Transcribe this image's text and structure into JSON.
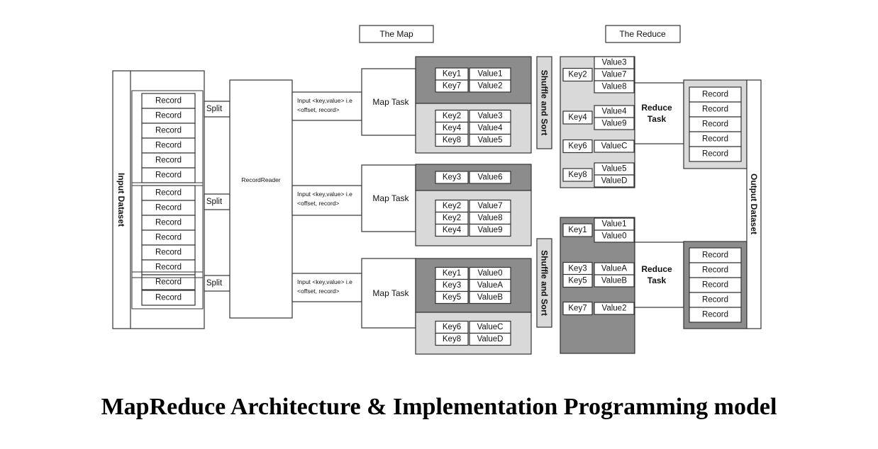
{
  "header": {
    "map_title": "The Map",
    "reduce_title": "The Reduce"
  },
  "input": {
    "label": "Input Dataset",
    "records": [
      "Record",
      "Record",
      "Record",
      "Record",
      "Record",
      "Record",
      "Record",
      "Record",
      "Record",
      "Record",
      "Record",
      "Record",
      "Record",
      "Record"
    ],
    "split_label": "Split",
    "record_reader": "RecordReader"
  },
  "map_tasks": [
    {
      "input_text": [
        "Input <key,value> i.e",
        "<offset, record>"
      ],
      "label": "Map Task",
      "groups": [
        [
          [
            "Key1",
            "Value1"
          ],
          [
            "Key7",
            "Value2"
          ]
        ],
        [
          [
            "Key2",
            "Value3"
          ],
          [
            "Key4",
            "Value4"
          ],
          [
            "Key8",
            "Value5"
          ]
        ]
      ]
    },
    {
      "input_text": [
        "Input <key,value> i.e",
        "<offset, record>"
      ],
      "label": "Map Task",
      "groups": [
        [
          [
            "Key3",
            "Value6"
          ]
        ],
        [
          [
            "Key2",
            "Value7"
          ],
          [
            "Key2",
            "Value8"
          ],
          [
            "Key4",
            "Value9"
          ]
        ]
      ]
    },
    {
      "input_text": [
        "Input <key,value> i.e",
        "<offset, record>"
      ],
      "label": "Map Task",
      "groups": [
        [
          [
            "Key1",
            "Value0"
          ],
          [
            "Key3",
            "ValueA"
          ],
          [
            "Key5",
            "ValueB"
          ]
        ],
        [
          [
            "Key6",
            "ValueC"
          ],
          [
            "Key8",
            "ValueD"
          ]
        ]
      ]
    }
  ],
  "shuffle_label": "Shuffle and Sort",
  "reduce_groups": [
    {
      "entries": [
        {
          "key": "Key2",
          "values": [
            "Value3",
            "Value7",
            "Value8"
          ]
        },
        {
          "key": "Key4",
          "values": [
            "Value4",
            "Value9"
          ]
        },
        {
          "key": "Key6",
          "values": [
            "ValueC"
          ]
        },
        {
          "key": "Key8",
          "values": [
            "Value5",
            "ValueD"
          ]
        }
      ],
      "task_label": [
        "Reduce",
        "Task"
      ],
      "records": [
        "Record",
        "Record",
        "Record",
        "Record",
        "Record"
      ]
    },
    {
      "entries": [
        {
          "key": "Key1",
          "values": [
            "Value1",
            "Value0"
          ]
        },
        {
          "key": "Key3",
          "values": [
            "ValueA"
          ]
        },
        {
          "key": "Key5",
          "values": [
            "ValueB"
          ]
        },
        {
          "key": "Key7",
          "values": [
            "Value2"
          ]
        }
      ],
      "task_label": [
        "Reduce",
        "Task"
      ],
      "records": [
        "Record",
        "Record",
        "Record",
        "Record",
        "Record"
      ]
    }
  ],
  "output": {
    "label": "Output Dataset"
  },
  "caption": "MapReduce Architecture & Implementation Programming model",
  "colors": {
    "dark_fill": "#8c8c8c",
    "light_fill": "#d9d9d9",
    "stroke": "#333333"
  }
}
